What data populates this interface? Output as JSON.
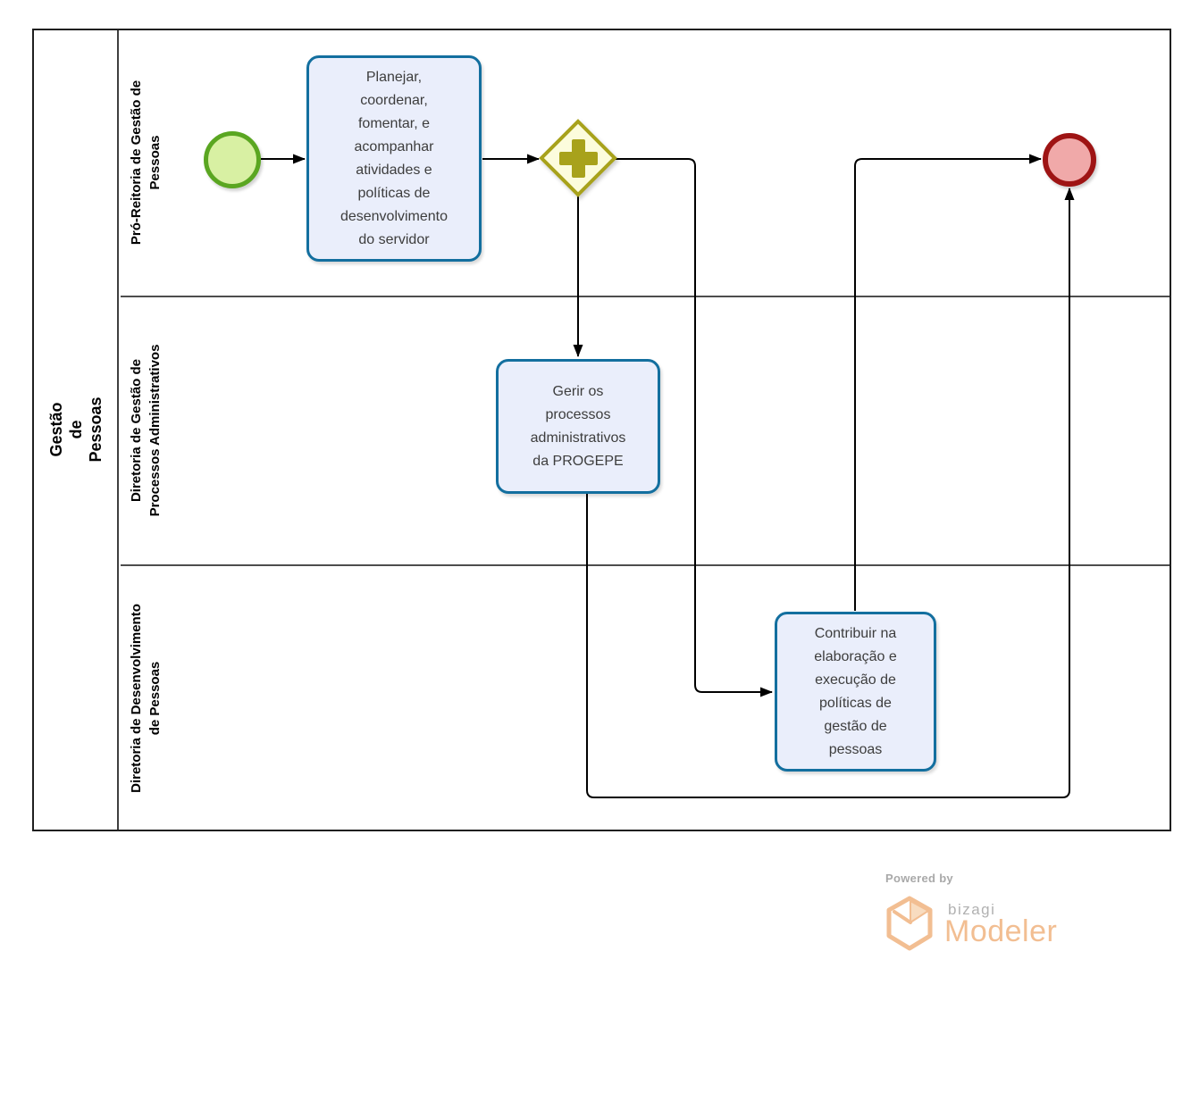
{
  "diagram": {
    "pool": {
      "label": "Gestão de Pessoas"
    },
    "lanes": [
      {
        "label": "Pró-Reitoria de Gestão de\nPessoas"
      },
      {
        "label": "Diretoria de Gestão de\nProcessos Administrativos"
      },
      {
        "label": "Diretoria de Desenvolvimento\nde Pessoas"
      }
    ],
    "tasks": [
      {
        "label": "Planejar,\ncoordenar,\nfomentar, e\nacompanhar\natividades e\npolíticas de\ndesenvolvimento\ndo servidor"
      },
      {
        "label": "Gerir os\nprocessos\nadministrativos\nda PROGEPE"
      },
      {
        "label": "Contribuir na\nelaboração e\nexecução de\npolíticas de\ngestão de\npessoas"
      }
    ],
    "events": {
      "start_type": "start-event",
      "end_type": "end-event"
    },
    "gateway": {
      "icon": "parallel-gateway-plus-icon"
    }
  },
  "branding": {
    "powered_by": "Powered by",
    "bizagi": "bizagi",
    "modeler": "Modeler"
  },
  "colors": {
    "task_fill": "#EAEEFB",
    "task_border": "#136F9F",
    "start_fill": "#D8F0A3",
    "start_border": "#5AA621",
    "end_fill": "#F0A9A9",
    "end_border": "#9E1414",
    "gateway_fill": "#FCFCDC",
    "gateway_border": "#A8A21B",
    "brand_orange": "#F2BE92",
    "brand_gray": "#A9A9A9"
  }
}
